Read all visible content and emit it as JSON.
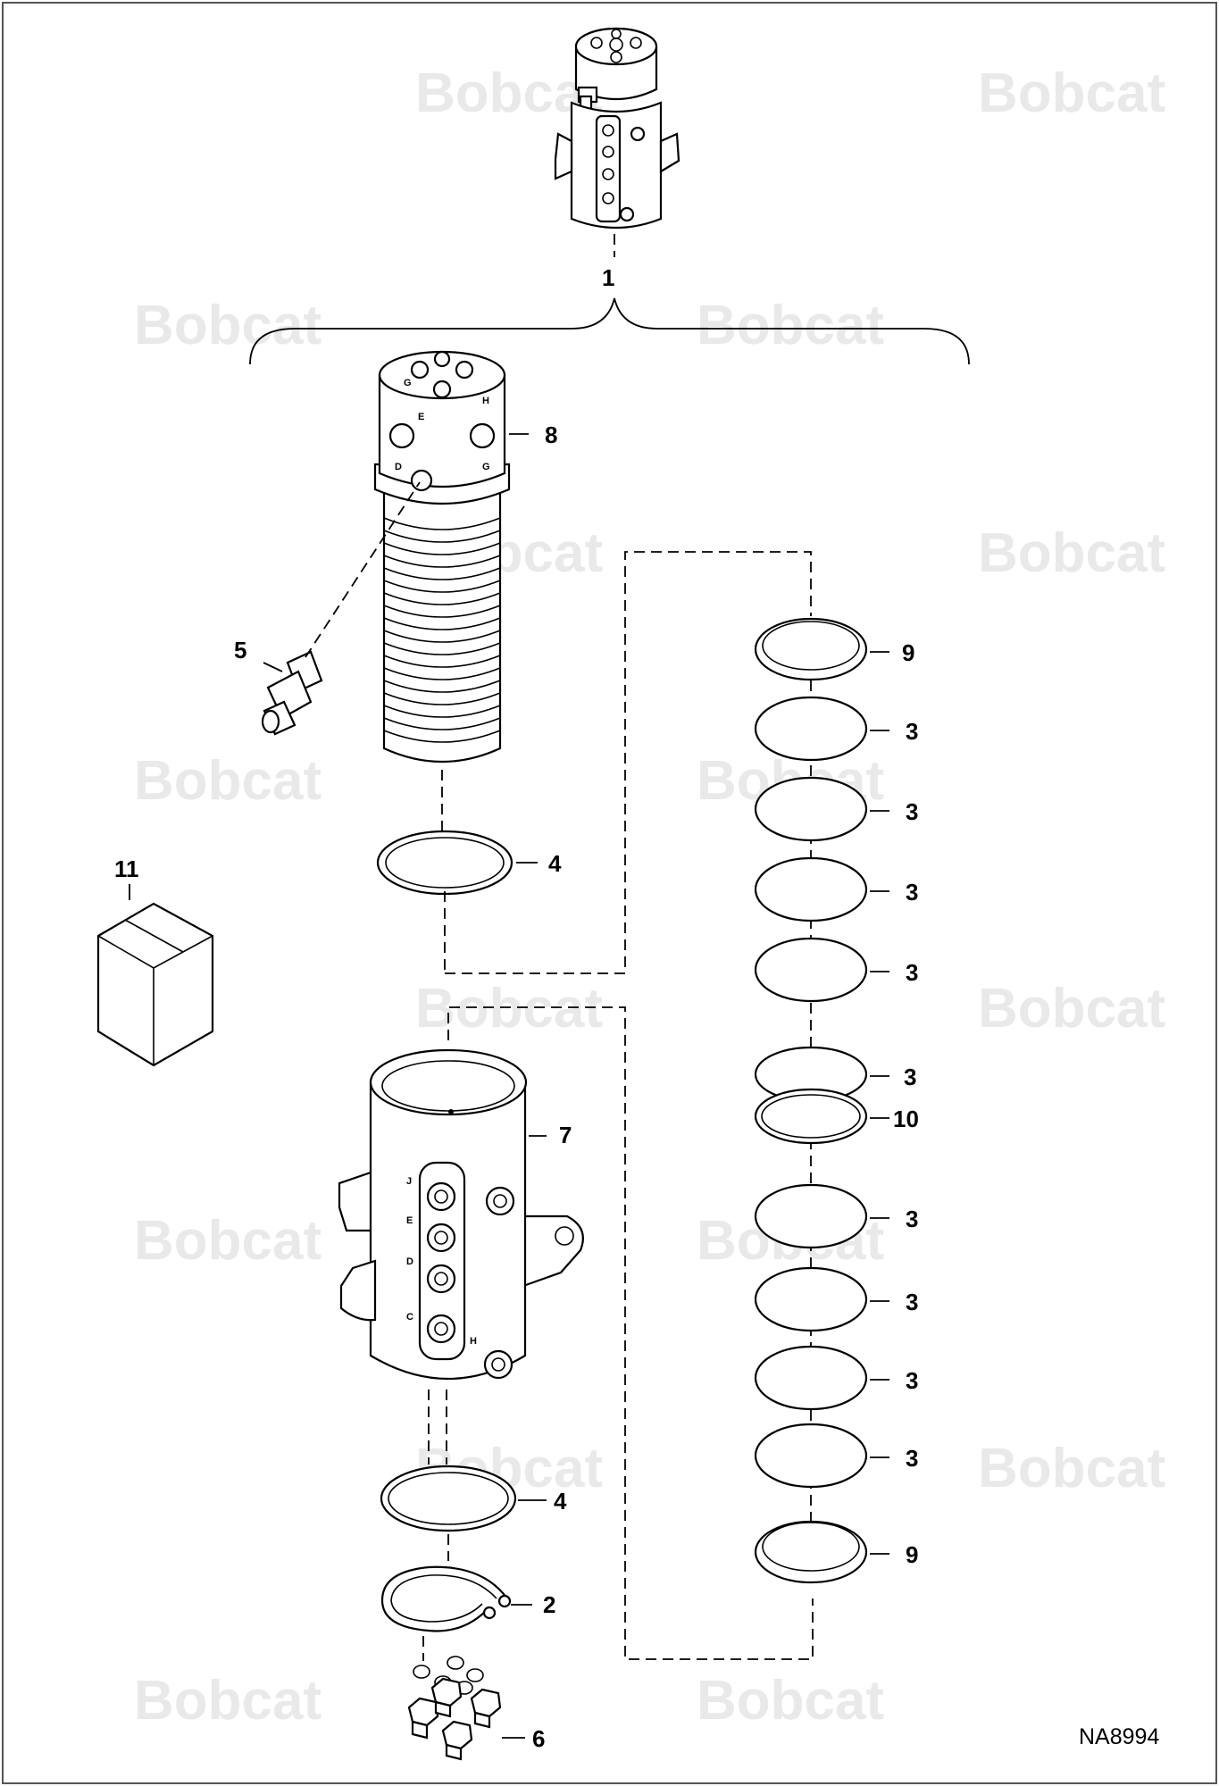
{
  "diagram": {
    "code": "NA8994",
    "watermark": "Bobcat",
    "callouts": {
      "c1": "1",
      "c2": "2",
      "c3": "3",
      "c4": "4",
      "c5": "5",
      "c6": "6",
      "c7": "7",
      "c8": "8",
      "c9": "9",
      "c10": "10",
      "c11": "11"
    },
    "port_letters": {
      "shaft": [
        "G",
        "H",
        "E",
        "D",
        "G"
      ],
      "housing": [
        "J",
        "E",
        "D",
        "C",
        "H"
      ]
    }
  }
}
